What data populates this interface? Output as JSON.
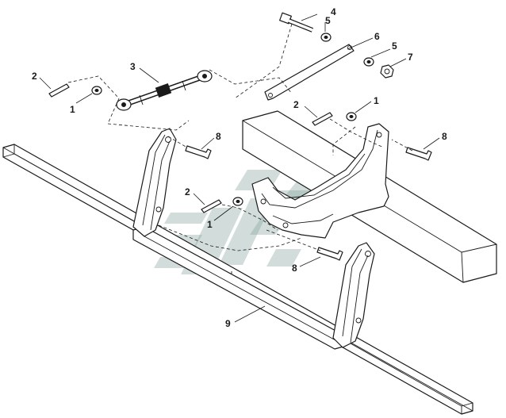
{
  "callouts": {
    "c1a": "1",
    "c1b": "1",
    "c1c": "1",
    "c2a": "2",
    "c2b": "2",
    "c2c": "2",
    "c3": "3",
    "c4": "4",
    "c5a": "5",
    "c5b": "5",
    "c6": "6",
    "c7": "7",
    "c8a": "8",
    "c8b": "8",
    "c8c": "8",
    "c9": "9"
  },
  "colors": {
    "line": "#1a1a1a",
    "watermark": "#7f9d98",
    "background": "#ffffff"
  }
}
